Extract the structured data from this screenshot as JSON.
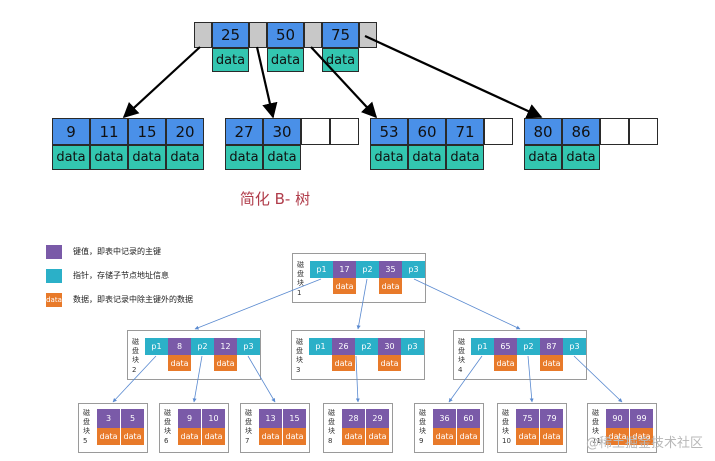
{
  "top_diagram": {
    "root_keys": [
      "25",
      "50",
      "75"
    ],
    "data_label": "data",
    "leaves": [
      {
        "keys": [
          "9",
          "11",
          "15",
          "20"
        ],
        "empty": 0
      },
      {
        "keys": [
          "27",
          "30"
        ],
        "empty": 2
      },
      {
        "keys": [
          "53",
          "60",
          "71"
        ],
        "empty": 1
      },
      {
        "keys": [
          "80",
          "86"
        ],
        "empty": 2
      }
    ],
    "caption": "简化 B- 树",
    "colors": {
      "key": "#4a90e8",
      "data": "#33c6b0",
      "title": "#b03c4a"
    }
  },
  "legend": {
    "items": [
      {
        "swatch": "",
        "text": "键值，即表中记录的主键",
        "color": "#7a5aa8"
      },
      {
        "swatch": "",
        "text": "指针，存储子节点地址信息",
        "color": "#2bb0c8"
      },
      {
        "swatch": "data",
        "text": "数据，即表记录中除主键外的数据",
        "color": "#e87a2a"
      }
    ]
  },
  "bottom_diagram": {
    "disk_label": "磁盘块",
    "data_label": "data",
    "root": {
      "num": "1",
      "p": [
        "p1",
        "p2",
        "p3"
      ],
      "k": [
        "17",
        "35"
      ]
    },
    "level2": [
      {
        "num": "2",
        "p": [
          "p1",
          "p2",
          "p3"
        ],
        "k": [
          "8",
          "12"
        ]
      },
      {
        "num": "3",
        "p": [
          "p1",
          "p2",
          "p3"
        ],
        "k": [
          "26",
          "30"
        ]
      },
      {
        "num": "4",
        "p": [
          "p1",
          "p2",
          "p3"
        ],
        "k": [
          "65",
          "87"
        ]
      }
    ],
    "leaves": [
      {
        "num": "5",
        "k": [
          "3",
          "5"
        ]
      },
      {
        "num": "6",
        "k": [
          "9",
          "10"
        ]
      },
      {
        "num": "7",
        "k": [
          "13",
          "15"
        ]
      },
      {
        "num": "8",
        "k": [
          "28",
          "29"
        ]
      },
      {
        "num": "9",
        "k": [
          "36",
          "60"
        ]
      },
      {
        "num": "10",
        "k": [
          "75",
          "79"
        ]
      },
      {
        "num": "11",
        "k": [
          "90",
          "99"
        ]
      }
    ],
    "colors": {
      "pointer": "#2bb0c8",
      "key": "#7a5aa8",
      "data": "#e87a2a"
    }
  },
  "watermark": "@稀土掘金技术社区"
}
